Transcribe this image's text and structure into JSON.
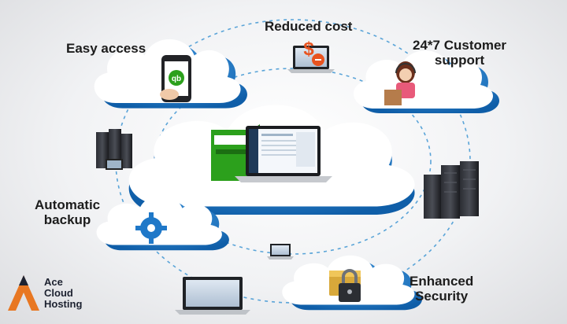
{
  "features": {
    "easy_access": "Easy access",
    "reduced_cost": "Reduced cost",
    "support_line1": "24*7 Customer",
    "support_line2": "support",
    "backup_line1": "Automatic",
    "backup_line2": "backup",
    "security_line1": "Enhanced",
    "security_line2": "Security"
  },
  "logo": {
    "line1": "Ace",
    "line2": "Cloud",
    "line3": "Hosting"
  },
  "colors": {
    "cloud_blue": "#1f78c8",
    "cloud_white": "#ffffff",
    "dotted_ring": "#5aa4d8",
    "quickbooks_green": "#2ca01c",
    "logo_orange": "#e87722",
    "logo_dark": "#1d2230"
  },
  "icons": [
    "smartphone-quickbooks-icon",
    "laptop-dollar-icon",
    "support-agent-icon",
    "server-rack-icon",
    "gear-icon",
    "laptop-icon",
    "padlock-icon",
    "ace-logo-icon"
  ]
}
